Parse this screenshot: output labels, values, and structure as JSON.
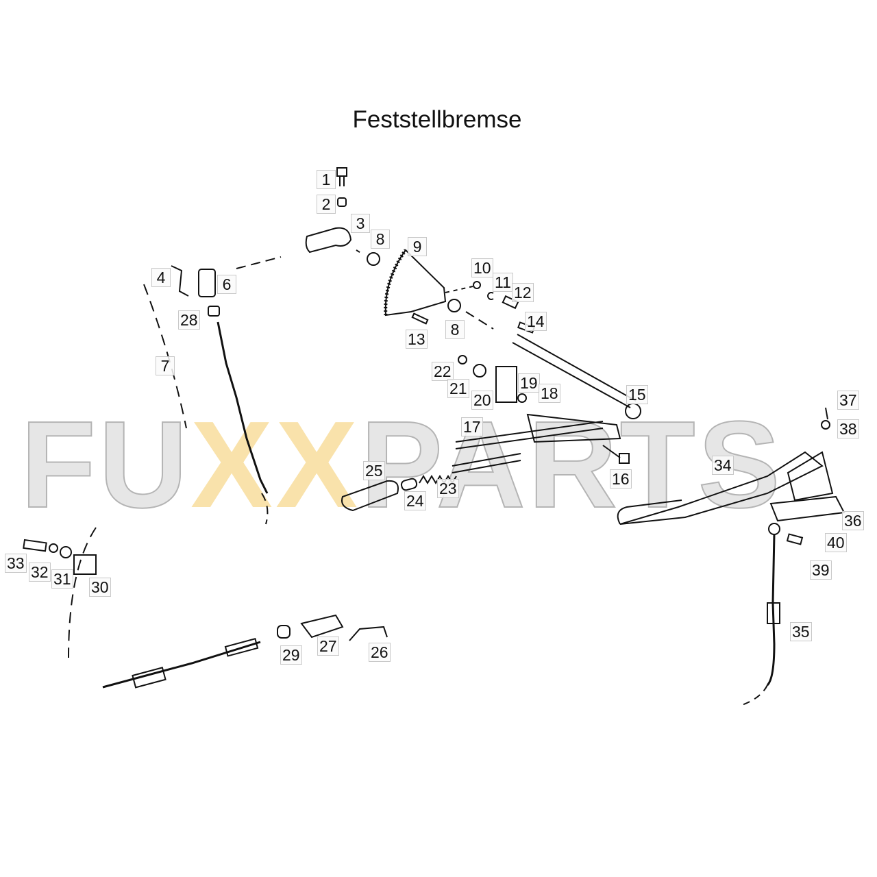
{
  "title": "Feststellbremse",
  "watermark": {
    "part1": "FU",
    "part2": "XX",
    "part3": "PARTS",
    "accent_color": "#f7d98f"
  },
  "labels": [
    "1",
    "2",
    "3",
    "8",
    "9",
    "10",
    "11",
    "12",
    "14",
    "13",
    "8",
    "4",
    "6",
    "28",
    "7",
    "22",
    "21",
    "19",
    "20",
    "18",
    "15",
    "17",
    "16",
    "25",
    "23",
    "24",
    "34",
    "37",
    "38",
    "36",
    "40",
    "39",
    "35",
    "33",
    "32",
    "31",
    "30",
    "29",
    "27",
    "26"
  ]
}
